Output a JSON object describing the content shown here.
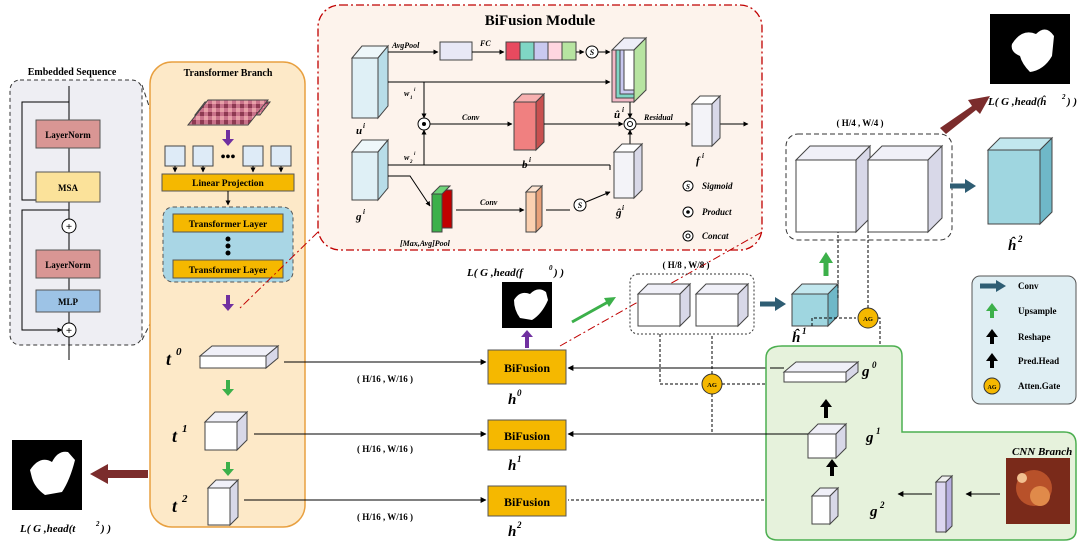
{
  "embedded": {
    "title": "Embedded Sequence",
    "layernorm1": "LayerNorm",
    "msa": "MSA",
    "layernorm2": "LayerNorm",
    "mlp": "MLP"
  },
  "transformer": {
    "title": "Transformer Branch",
    "linear_projection": "Linear Projection",
    "layer1": "Transformer Layer",
    "layer2": "Transformer Layer",
    "t0": "t",
    "t0_sup": "0",
    "t1": "t",
    "t1_sup": "1",
    "t2": "t",
    "t2_sup": "2"
  },
  "bifusion_module": {
    "title": "BiFusion Module",
    "avgpool": "AvgPool",
    "fc": "FC",
    "conv_mid": "Conv",
    "residual": "Residual",
    "conv_bottom": "Conv",
    "maxavgpool": "[Max,Avg]Pool",
    "u": "u",
    "u_sup": "i",
    "w1": "w",
    "w1_sub": "1",
    "w1_sup": "i",
    "w2": "w",
    "w2_sub": "2",
    "w2_sup": "i",
    "b": "b",
    "b_sup": "i",
    "g": "g",
    "g_sup": "i",
    "uhat": "û",
    "uhat_sup": "i",
    "f": "f",
    "f_sup": " i",
    "ghat": "ĝ",
    "ghat_sup": " i",
    "sigmoid": "Sigmoid",
    "product": "Product",
    "concat": "Concat",
    "s_symbol": "S"
  },
  "fusion": {
    "b0": "BiFusion",
    "b1": "BiFusion",
    "b2": "BiFusion",
    "h0": "h",
    "h0_sup": "0",
    "h1": "h",
    "h1_sup": "1",
    "h2": "h",
    "h2_sup": "2",
    "dim0": "( H/16 , W/16 )",
    "dim1": "( H/16 , W/16 )",
    "dim2": "( H/16 , W/16 )"
  },
  "decoder": {
    "dim_h8": "( H/8 , W/8 )",
    "dim_h4": "( H/4 , W/4 )",
    "h1hat": "ĥ",
    "h1hat_sup": "1",
    "h2hat": "ĥ",
    "h2hat_sup": "2",
    "ag": "AG"
  },
  "losses": {
    "l_h0": "L( G ,head(f",
    "l_h0_sup": "0",
    "l_h0_end": ") )",
    "l_h2": "L( G ,head(ĥ",
    "l_h2_sup": "2",
    "l_h2_end": ") )",
    "l_t2": "L( G ,head(t",
    "l_t2_sup": "2",
    "l_t2_end": ") )"
  },
  "cnn": {
    "title": "CNN Branch",
    "g0": "g",
    "g0_sup": "0",
    "g1": "g",
    "g1_sup": "1",
    "g2": "g",
    "g2_sup": "2"
  },
  "legend": {
    "conv": "Conv",
    "upsample": "Upsample",
    "reshape": "Reshape",
    "predhead": "Pred.Head",
    "attengate": "Atten.Gate",
    "ag": "AG"
  },
  "colors": {
    "transformer_bg": "#fde9c8",
    "transformer_border": "#e8a040",
    "cnn_bg": "#e6f2dc",
    "cnn_border": "#4caf50",
    "bifusion_fill": "#f5b800",
    "layernorm": "#d99694",
    "msa": "#fbe29a",
    "mlp": "#9dc3e6",
    "cube_blue": "#9fd6e0",
    "module_border": "#c00000",
    "module_bg": "#fdf3ec"
  }
}
